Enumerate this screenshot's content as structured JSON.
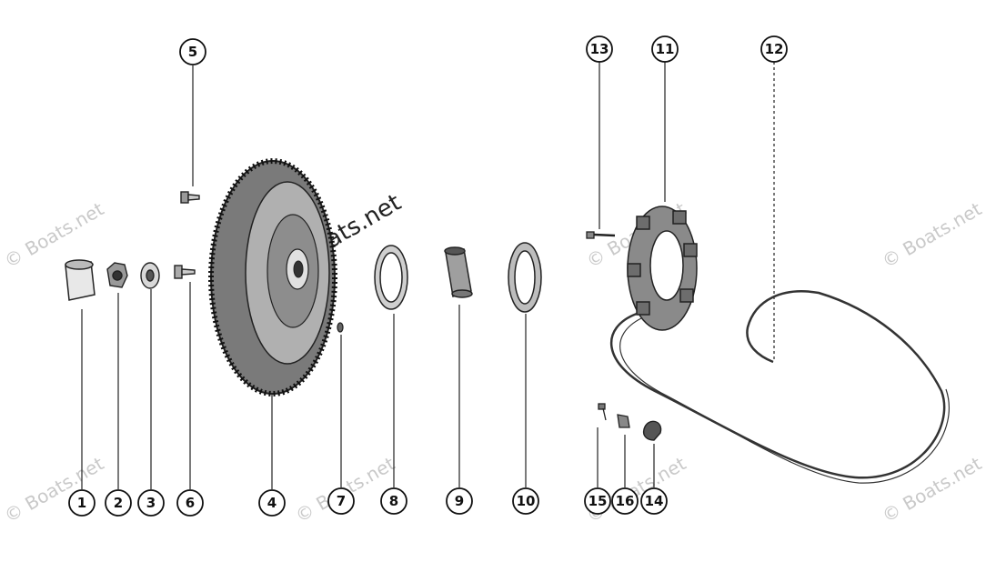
{
  "diagram": {
    "callouts": [
      "1",
      "2",
      "3",
      "4",
      "5",
      "6",
      "7",
      "8",
      "9",
      "10",
      "11",
      "12",
      "13",
      "14",
      "15",
      "16"
    ],
    "watermark_text": "© Boats.net",
    "watermark_main": "Boats.net",
    "colors": {
      "ink": "#1a1a1a",
      "watermark": "#c9c9c9",
      "background": "#ffffff"
    }
  }
}
